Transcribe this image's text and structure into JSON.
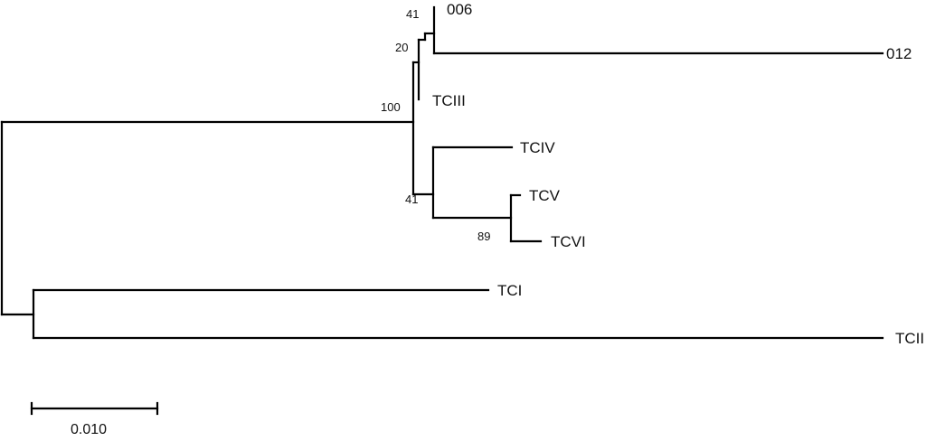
{
  "tree": {
    "taxa": {
      "t006": "006",
      "t012": "012",
      "tciii": "TCIII",
      "tciv": "TCIV",
      "tcv": "TCV",
      "tcvi": "TCVI",
      "tci": "TCI",
      "tcii": "TCII"
    },
    "bootstrap": {
      "n41_top": "41",
      "n20": "20",
      "n100": "100",
      "n41_bottom": "41",
      "n89": "89"
    }
  },
  "scale_bar": {
    "label": "0.010"
  },
  "colors": {
    "line": "#000000",
    "text": "#111111",
    "background": "#ffffff"
  }
}
